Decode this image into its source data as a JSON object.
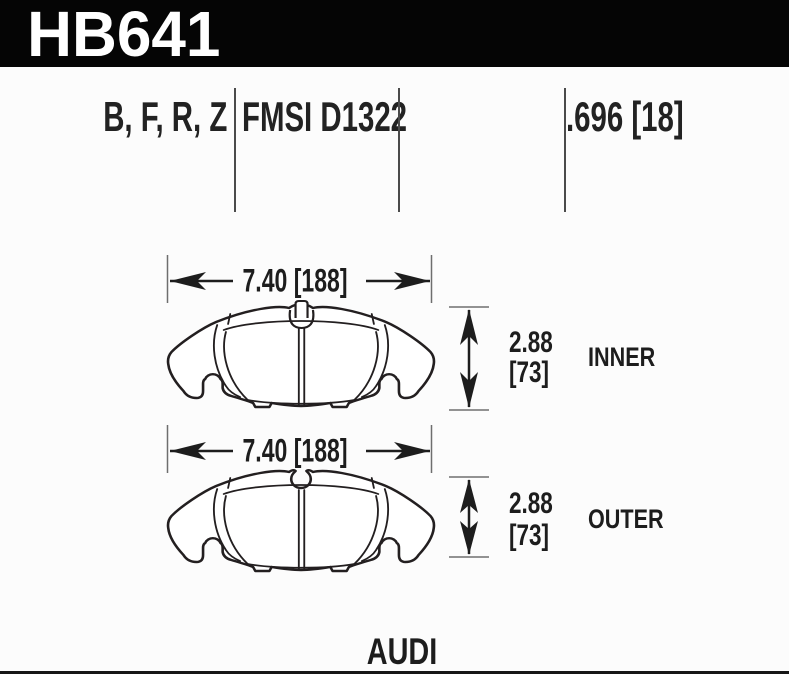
{
  "header": {
    "part_number": "HB641"
  },
  "spec_row": {
    "compound_codes": "B, F, R, Z",
    "fmsi_label": "FMSI D1322",
    "thickness_label": ".696 [18]"
  },
  "inner_diagram": {
    "width_label": "7.40 [188]",
    "height_in": "2.88",
    "height_mm": "[73]",
    "side_label": "INNER"
  },
  "outer_diagram": {
    "width_label": "7.40 [188]",
    "height_in": "2.88",
    "height_mm": "[73]",
    "side_label": "OUTER"
  },
  "footer": {
    "vehicle": "AUDI"
  },
  "colors": {
    "header_bg": "#050505",
    "header_text": "#ffffff",
    "drawing_line": "#231f20",
    "divider_gray": "#4b4b4b",
    "background": "#fcfcfc"
  }
}
